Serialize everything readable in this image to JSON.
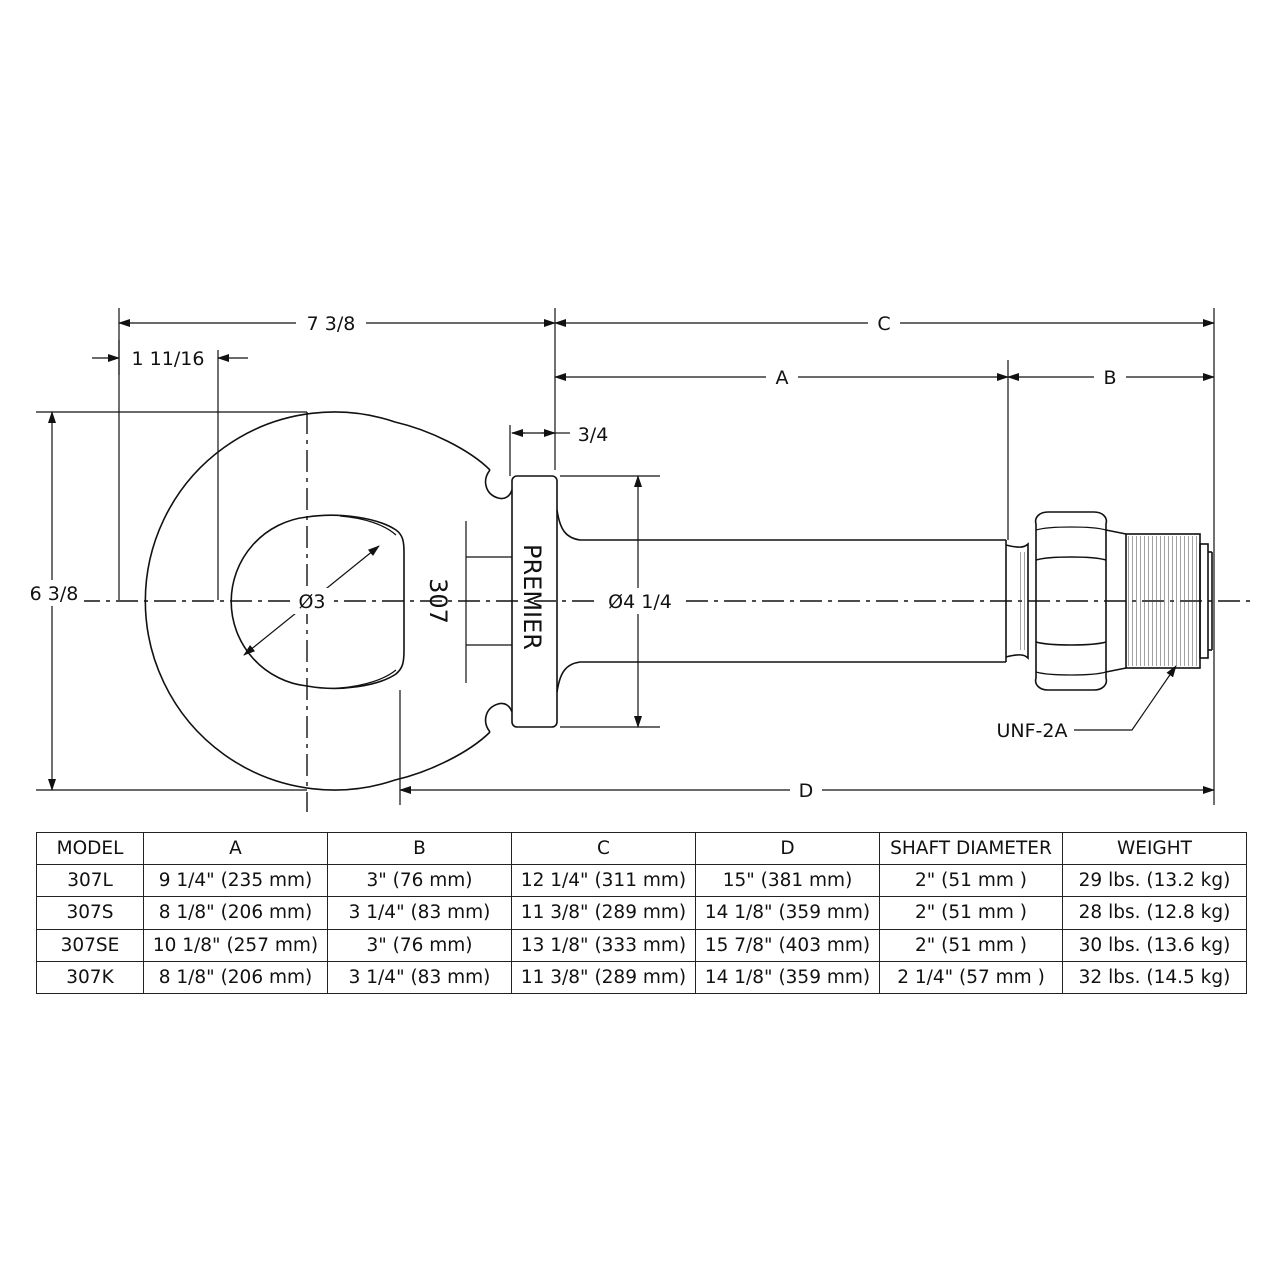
{
  "drawing": {
    "dimensions": {
      "overall_eye_length": "7 3/8",
      "eye_offset": "1 11/16",
      "overall_height": "6 3/8",
      "collar_width": "3/4",
      "c_label": "C",
      "a_label": "A",
      "b_label": "B",
      "d_label": "D",
      "eye_diameter": "Ø3",
      "collar_diameter": "Ø4 1/4"
    },
    "labels": {
      "thread_spec": "UNF-2A",
      "model_stamp": "307",
      "brand_stamp": "PREMIER"
    }
  },
  "table": {
    "headers": [
      "MODEL",
      "A",
      "B",
      "C",
      "D",
      "SHAFT DIAMETER",
      "WEIGHT"
    ],
    "rows": [
      [
        "307L",
        "9 1/4\" (235 mm)",
        "3\" (76 mm)",
        "12 1/4\" (311 mm)",
        "15\" (381 mm)",
        "2\" (51 mm )",
        "29 lbs. (13.2 kg)"
      ],
      [
        "307S",
        "8 1/8\" (206 mm)",
        "3 1/4\" (83 mm)",
        "11 3/8\" (289 mm)",
        "14 1/8\" (359 mm)",
        "2\" (51 mm )",
        "28 lbs. (12.8 kg)"
      ],
      [
        "307SE",
        "10 1/8\" (257 mm)",
        "3\" (76 mm)",
        "13 1/8\" (333 mm)",
        "15 7/8\" (403 mm)",
        "2\" (51 mm )",
        "30 lbs. (13.6 kg)"
      ],
      [
        "307K",
        "8 1/8\" (206 mm)",
        "3 1/4\" (83 mm)",
        "11 3/8\" (289 mm)",
        "14 1/8\" (359 mm)",
        "2 1/4\" (57 mm )",
        "32 lbs. (14.5 kg)"
      ]
    ]
  }
}
